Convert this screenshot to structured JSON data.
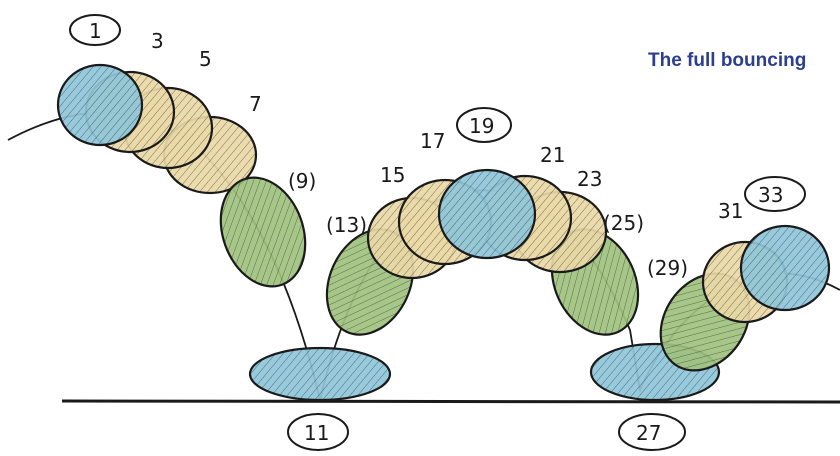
{
  "caption": "The full bouncing",
  "colors": {
    "blue": "#8ec5d9",
    "yellow": "#ead9a6",
    "green": "#9fc27f",
    "line": "#1a1a1a",
    "caption": "#2c3e8f"
  },
  "labels": {
    "l1": "1",
    "l3": "3",
    "l5": "5",
    "l7": "7",
    "l9": "(9)",
    "l11": "11",
    "l13": "(13)",
    "l15": "15",
    "l17": "17",
    "l19": "19",
    "l21": "21",
    "l23": "23",
    "l25": "(25)",
    "l27": "27",
    "l29": "(29)",
    "l31": "31",
    "l33": "33"
  }
}
